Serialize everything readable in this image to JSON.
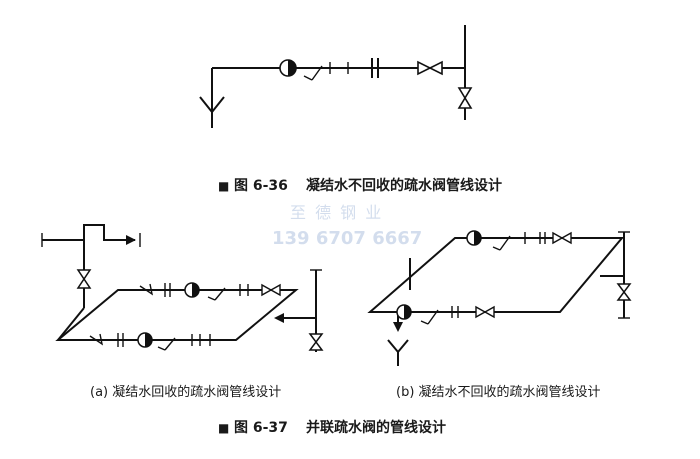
{
  "watermark": {
    "name": "至 德 钢 业",
    "phone": "139 6707 6667"
  },
  "figure_36": {
    "marker": "■",
    "number": "图 6-36",
    "title": "凝结水不回收的疏水阀管线设计"
  },
  "figure_37": {
    "marker": "■",
    "number": "图 6-37",
    "title": "并联疏水阀的管线设计",
    "sub_a": "(a) 凝结水回收的疏水阀管线设计",
    "sub_b": "(b) 凝结水不回收的疏水阀管线设计"
  }
}
